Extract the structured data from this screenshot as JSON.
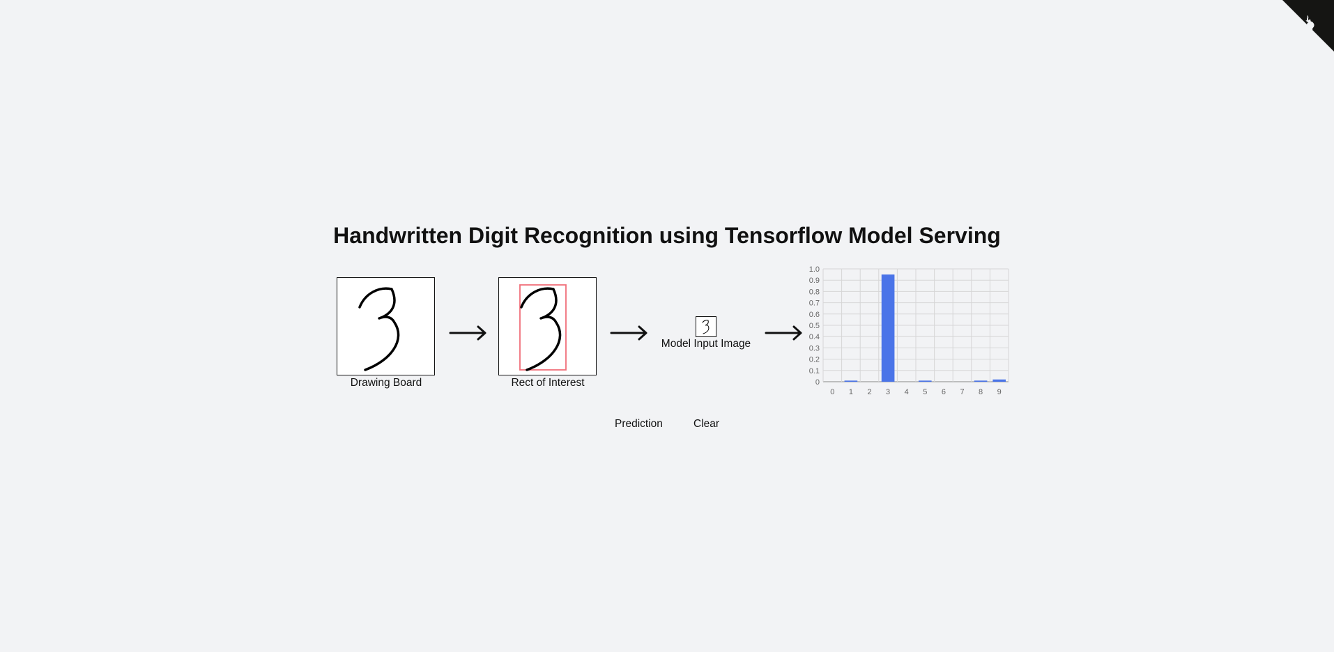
{
  "page": {
    "title": "Handwritten Digit Recognition using Tensorflow Model Serving"
  },
  "stages": {
    "drawing_board_label": "Drawing Board",
    "rect_of_interest_label": "Rect of Interest",
    "model_input_label": "Model Input Image"
  },
  "buttons": {
    "prediction_label": "Prediction",
    "clear_label": "Clear"
  },
  "icons": {
    "corner": "github-octocat-icon",
    "arrow": "arrow-right-icon"
  },
  "colors": {
    "bar": "#4a74e8",
    "roi_box": "#f0707a",
    "corner": "#151513"
  },
  "chart_data": {
    "type": "bar",
    "categories": [
      "0",
      "1",
      "2",
      "3",
      "4",
      "5",
      "6",
      "7",
      "8",
      "9"
    ],
    "values": [
      0.0,
      0.01,
      0.0,
      0.95,
      0.0,
      0.01,
      0.0,
      0.0,
      0.01,
      0.02
    ],
    "ylim": [
      0,
      1
    ],
    "yticks": [
      "0",
      "0.1",
      "0.2",
      "0.3",
      "0.4",
      "0.5",
      "0.6",
      "0.7",
      "0.8",
      "0.9",
      "1.0"
    ],
    "grid": true,
    "legend": "none"
  }
}
